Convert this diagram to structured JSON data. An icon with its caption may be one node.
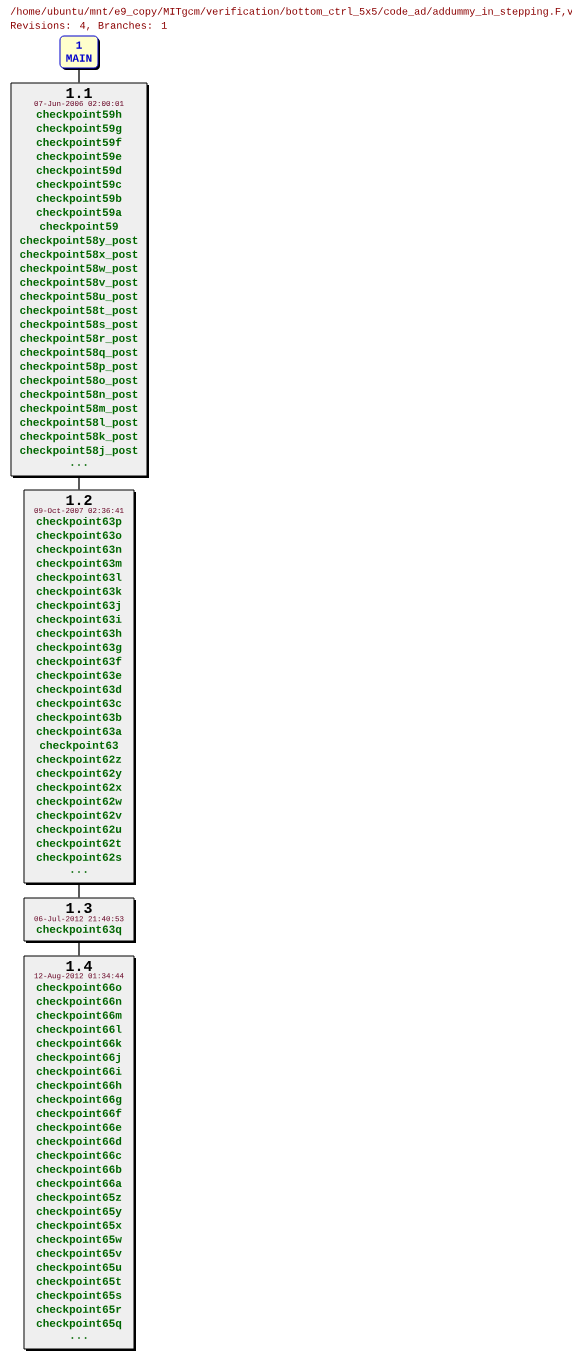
{
  "diagram": {
    "nodes": [
      {
        "text": [
          "1",
          "MAIN"
        ]
      },
      {
        "text": [
          "1.1",
          "07-Jun-2006 02:00:01",
          "checkpoint59h",
          "checkpoint59g",
          "checkpoint59f",
          "checkpoint59e",
          "checkpoint59d",
          "checkpoint59c",
          "checkpoint59b",
          "checkpoint59a",
          "checkpoint59",
          "checkpoint58y_post",
          "checkpoint58x_post",
          "checkpoint58w_post",
          "checkpoint58v_post",
          "checkpoint58u_post",
          "checkpoint58t_post",
          "checkpoint58s_post",
          "checkpoint58r_post",
          "checkpoint58q_post",
          "checkpoint58p_post",
          "checkpoint58o_post",
          "checkpoint58n_post",
          "checkpoint58m_post",
          "checkpoint58l_post",
          "checkpoint58k_post",
          "checkpoint58j_post",
          "..."
        ]
      },
      {
        "text": [
          "1.2",
          "09-Oct-2007 02:36:41",
          "checkpoint63p",
          "checkpoint63o",
          "checkpoint63n",
          "checkpoint63m",
          "checkpoint63l",
          "checkpoint63k",
          "checkpoint63j",
          "checkpoint63i",
          "checkpoint63h",
          "checkpoint63g",
          "checkpoint63f",
          "checkpoint63e",
          "checkpoint63d",
          "checkpoint63c",
          "checkpoint63b",
          "checkpoint63a",
          "checkpoint63",
          "checkpoint62z",
          "checkpoint62y",
          "checkpoint62x",
          "checkpoint62w",
          "checkpoint62v",
          "checkpoint62u",
          "checkpoint62t",
          "checkpoint62s",
          "..."
        ]
      },
      {
        "text": [
          "1.3",
          "06-Jul-2012 21:40:53",
          "checkpoint63q"
        ]
      },
      {
        "text": [
          "1.4",
          "12-Aug-2012 01:34:44",
          "checkpoint66o",
          "checkpoint66n",
          "checkpoint66m",
          "checkpoint66l",
          "checkpoint66k",
          "checkpoint66j",
          "checkpoint66i",
          "checkpoint66h",
          "checkpoint66g",
          "checkpoint66f",
          "checkpoint66e",
          "checkpoint66d",
          "checkpoint66c",
          "checkpoint66b",
          "checkpoint66a",
          "checkpoint65z",
          "checkpoint65y",
          "checkpoint65x",
          "checkpoint65w",
          "checkpoint65v",
          "checkpoint65u",
          "checkpoint65t",
          "checkpoint65s",
          "checkpoint65r",
          "checkpoint65q",
          "..."
        ]
      }
    ],
    "edges": [
      {
        "from": 0,
        "to": 1,
        "arrow": "none"
      },
      {
        "from": 1,
        "to": 2,
        "arrow": "none"
      },
      {
        "from": 2,
        "to": 3,
        "arrow": "none"
      },
      {
        "from": 3,
        "to": 4,
        "arrow": "none"
      }
    ],
    "labels": [
      "/home/ubuntu/mnt/e9_copy/MITgcm/verification/bottom_ctrl_5x5/code_ad/addummy_in_stepping.F,v",
      "Revisions: 4, Branches: 1"
    ]
  }
}
